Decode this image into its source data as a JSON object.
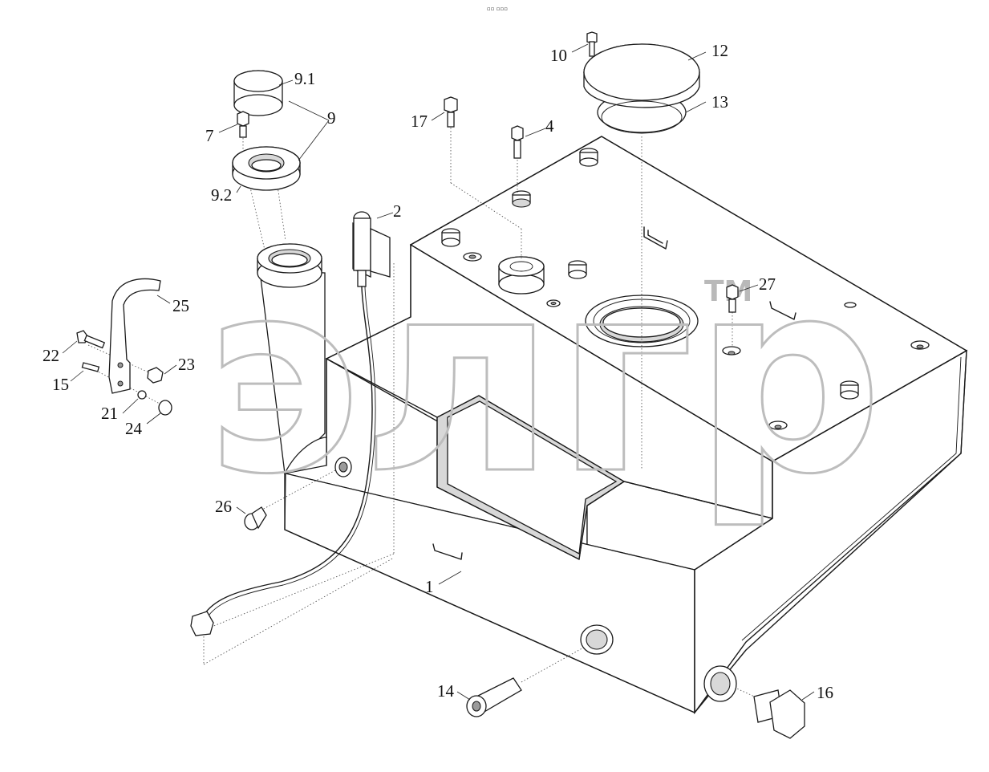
{
  "header": {
    "small_mark": "▫▫ ▫▫▫"
  },
  "watermark": {
    "text": "элгр",
    "trademark": "TM"
  },
  "callouts": [
    {
      "id": "c1",
      "label": "1"
    },
    {
      "id": "c2",
      "label": "2"
    },
    {
      "id": "c4",
      "label": "4"
    },
    {
      "id": "c7",
      "label": "7"
    },
    {
      "id": "c9",
      "label": "9"
    },
    {
      "id": "c91",
      "label": "9.1"
    },
    {
      "id": "c92",
      "label": "9.2"
    },
    {
      "id": "c10",
      "label": "10"
    },
    {
      "id": "c12",
      "label": "12"
    },
    {
      "id": "c13",
      "label": "13"
    },
    {
      "id": "c14",
      "label": "14"
    },
    {
      "id": "c15",
      "label": "15"
    },
    {
      "id": "c16",
      "label": "16"
    },
    {
      "id": "c17",
      "label": "17"
    },
    {
      "id": "c21",
      "label": "21"
    },
    {
      "id": "c22",
      "label": "22"
    },
    {
      "id": "c23",
      "label": "23"
    },
    {
      "id": "c24",
      "label": "24"
    },
    {
      "id": "c25",
      "label": "25"
    },
    {
      "id": "c26",
      "label": "26"
    },
    {
      "id": "c27",
      "label": "27"
    }
  ]
}
